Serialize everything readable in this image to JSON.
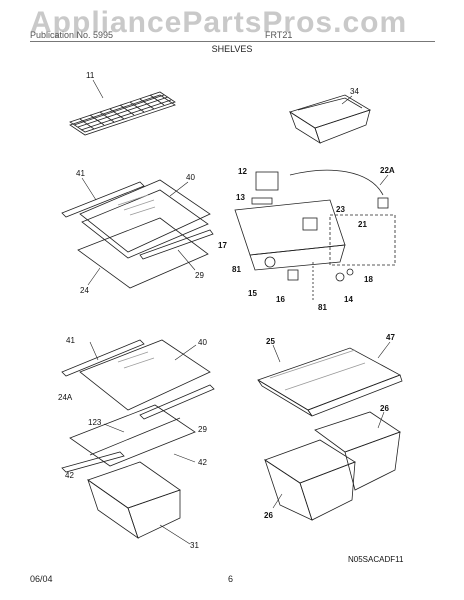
{
  "watermark": "AppliancePartsPros.com",
  "header": {
    "left": "Publication No. 5995",
    "right": "FRT21",
    "title": "SHELVES"
  },
  "callouts": {
    "p11": "11",
    "p34": "34",
    "p41a": "41",
    "p40a": "40",
    "p29a": "29",
    "p24": "24",
    "p12": "12",
    "p13": "13",
    "p22a": "22A",
    "p23": "23",
    "p21": "21",
    "p17": "17",
    "p81a": "81",
    "p15": "15",
    "p16": "16",
    "p81b": "81",
    "p14": "14",
    "p18": "18",
    "p41b": "41",
    "p40b": "40",
    "p24a": "24A",
    "p123": "123",
    "p29b": "29",
    "p42a": "42",
    "p42b": "42",
    "p31": "31",
    "p25": "25",
    "p47": "47",
    "p26a": "26",
    "p26b": "26"
  },
  "diagram_code": "N05SACADF11",
  "footer": {
    "date": "06/04",
    "page": "6"
  }
}
